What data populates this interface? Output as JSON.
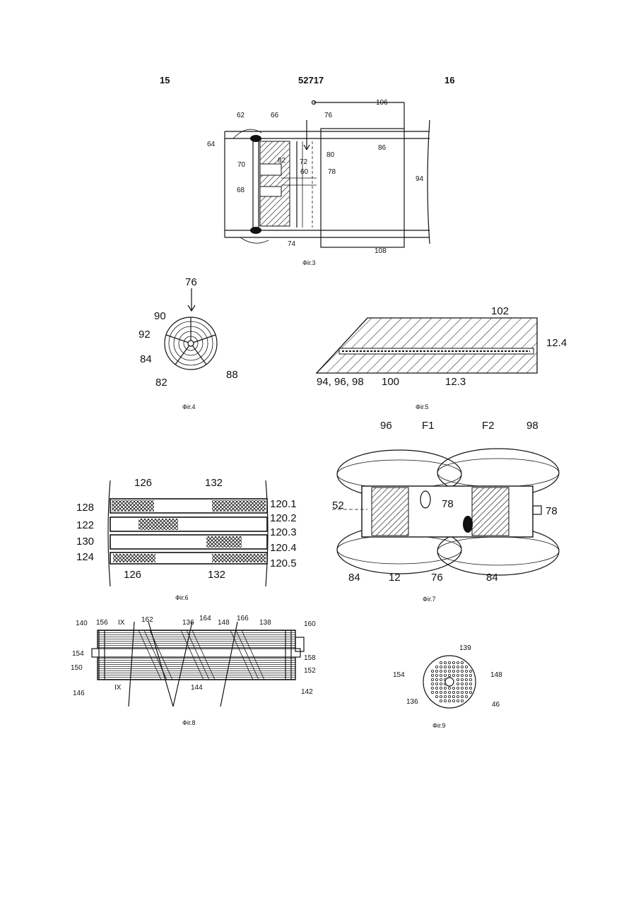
{
  "header": {
    "page_left": "15",
    "doc_number": "52717",
    "page_right": "16"
  },
  "fig3": {
    "caption": "Фіг.3",
    "labels": {
      "l62": "62",
      "l66": "66",
      "l76": "76",
      "l106": "106",
      "l64": "64",
      "l80": "80",
      "l86": "86",
      "l70": "70",
      "l82": "82",
      "l72": "72",
      "l60": "60",
      "l78": "78",
      "l68": "68",
      "l94": "94",
      "l74": "74",
      "l108": "108"
    }
  },
  "fig4": {
    "caption": "Фіг.4",
    "labels": {
      "l76": "76",
      "l90": "90",
      "l92": "92",
      "l84": "84",
      "l82": "82",
      "l88": "88"
    }
  },
  "fig5": {
    "caption": "Фіг.5",
    "labels": {
      "l102": "102",
      "l124": "12.4",
      "l94": "94, 96, 98",
      "l100": "100",
      "l123": "12.3"
    }
  },
  "fig6": {
    "caption": "Фіг.6",
    "labels": {
      "l126a": "126",
      "l132a": "132",
      "l128": "128",
      "l1201": "120.1",
      "l1202": "120.2",
      "l122": "122",
      "l1203": "120.3",
      "l130": "130",
      "l1204": "120.4",
      "l124": "124",
      "l1205": "120.5",
      "l126b": "126",
      "l132b": "132"
    }
  },
  "fig7": {
    "caption": "Фіг.7",
    "labels": {
      "l96": "96",
      "lF1": "F1",
      "lF2": "F2",
      "l98": "98",
      "l52": "52",
      "l78a": "78",
      "l78b": "78",
      "l84a": "84",
      "l12": "12",
      "l76": "76",
      "l84b": "84"
    }
  },
  "fig8": {
    "caption": "Фіг.8",
    "labels": {
      "l140": "140",
      "l156": "156",
      "lIX1": "IX",
      "l162": "162",
      "l136": "136",
      "l164": "164",
      "l148": "148",
      "l166": "166",
      "l138": "138",
      "l160": "160",
      "l154": "154",
      "l158": "158",
      "l150": "150",
      "l152": "152",
      "l146": "146",
      "lIX2": "IX",
      "l144": "144",
      "l142": "142"
    }
  },
  "fig9": {
    "caption": "Фіг.9",
    "labels": {
      "l139": "139",
      "l154": "154",
      "l148": "148",
      "l136": "136",
      "l46": "46"
    }
  }
}
